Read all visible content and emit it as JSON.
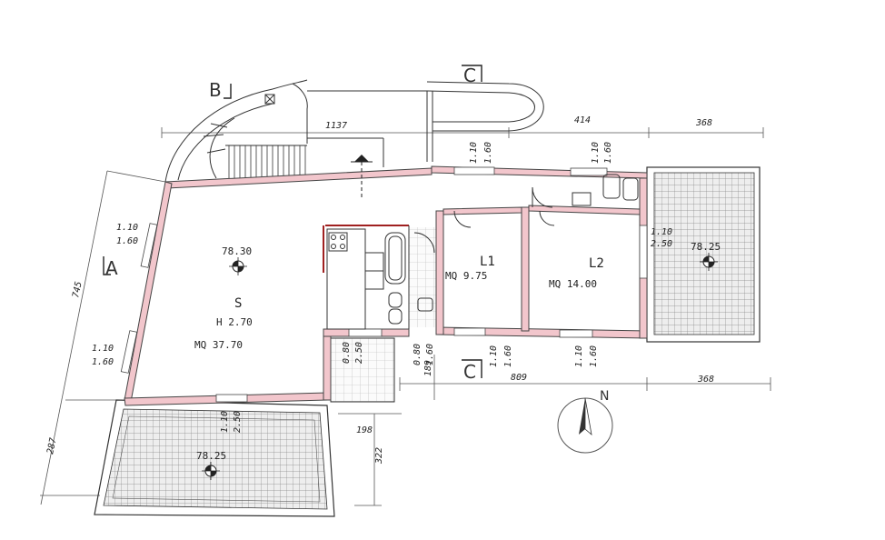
{
  "section_marks": {
    "a": "A",
    "b": "B",
    "c_top": "C",
    "c_bottom": "C"
  },
  "north": "N",
  "rooms": {
    "s_label": "S",
    "s_height": "H 2.70",
    "s_area": "MQ 37.70",
    "s_level": "78.30",
    "l1_label": "L1",
    "l1_area": "MQ 9.75",
    "l2_label": "L2",
    "l2_area": "MQ 14.00",
    "terrace_east_level": "78.25",
    "terrace_south_level": "78.25"
  },
  "dimensions": {
    "d1137": "1137",
    "d414": "414",
    "d368_top": "368",
    "d745": "745",
    "d287": "287",
    "d809": "809",
    "d368_bottom": "368",
    "d189": "189",
    "d198": "198",
    "d322": "322"
  },
  "openings": {
    "w_l1_top_a": "1.10",
    "w_l1_top_b": "1.60",
    "w_bath_top_a": "1.10",
    "w_bath_top_b": "1.60",
    "w_l2_side_a": "1.10",
    "w_l2_side_b": "2.50",
    "w_s_west1_a": "1.10",
    "w_s_west1_b": "1.60",
    "w_s_west2_a": "1.10",
    "w_s_west2_b": "1.60",
    "w_s_south_a": "1.10",
    "w_s_south_b": "2.50",
    "w_nook_a": "0.80",
    "w_nook_b": "2.50",
    "w_bath_bot_a": "0.80",
    "w_bath_bot_b": "1.60",
    "w_l1_bot_a": "1.10",
    "w_l1_bot_b": "1.60",
    "w_l2_bot_a": "1.10",
    "w_l2_bot_b": "1.60"
  }
}
